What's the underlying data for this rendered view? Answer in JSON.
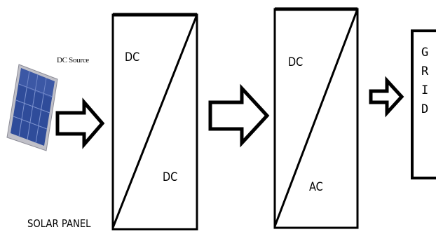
{
  "source_label": "DC Source",
  "panel_label": "SOLAR PANEL",
  "converter1": {
    "input": "DC",
    "output": "DC"
  },
  "converter2": {
    "input": "DC",
    "output": "AC"
  },
  "grid_letters": [
    "G",
    "R",
    "I",
    "D"
  ],
  "colors": {
    "panel_frame": "#b9b9c2",
    "panel_cell": "#2f4c9a",
    "panel_cell_light": "#5671bb",
    "line": "#000000"
  }
}
